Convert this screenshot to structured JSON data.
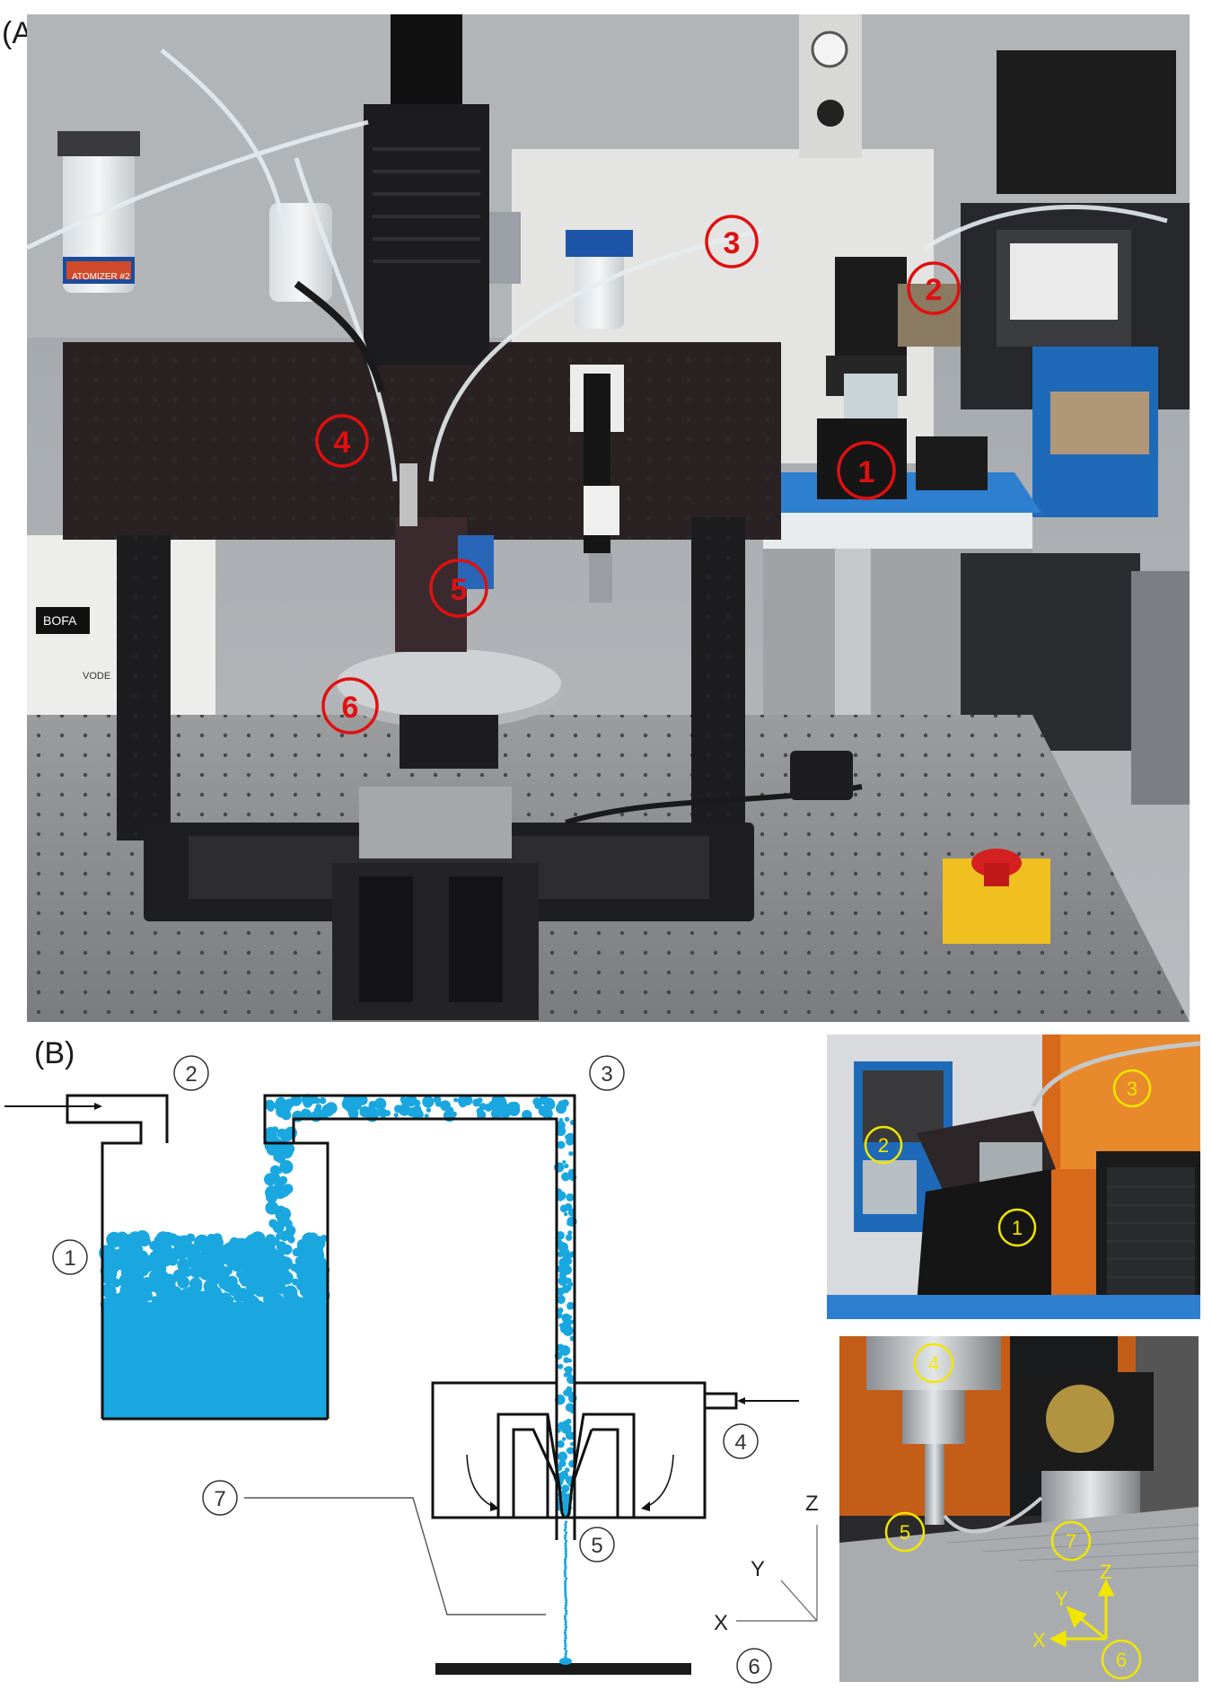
{
  "panel_a": {
    "label": "(A)",
    "markers": [
      "1",
      "2",
      "3",
      "4",
      "5",
      "6"
    ],
    "marker_color": "#e01010",
    "sticker_texts": [
      "ATOMIZER #2",
      "BOFA",
      "VODE"
    ]
  },
  "panel_b": {
    "label": "(B)",
    "numbers": [
      "1",
      "2",
      "3",
      "4",
      "5",
      "6",
      "7"
    ],
    "axes": {
      "z": "Z",
      "y": "Y",
      "x": "X"
    },
    "droplet_color": "#1aa7e0"
  },
  "inset_top": {
    "markers": [
      "1",
      "2",
      "3"
    ],
    "marker_color": "#f2e600"
  },
  "inset_bottom": {
    "markers": [
      "4",
      "5",
      "6",
      "7"
    ],
    "axes": {
      "z": "Z",
      "y": "Y",
      "x": "X"
    },
    "marker_color": "#f2e600"
  }
}
